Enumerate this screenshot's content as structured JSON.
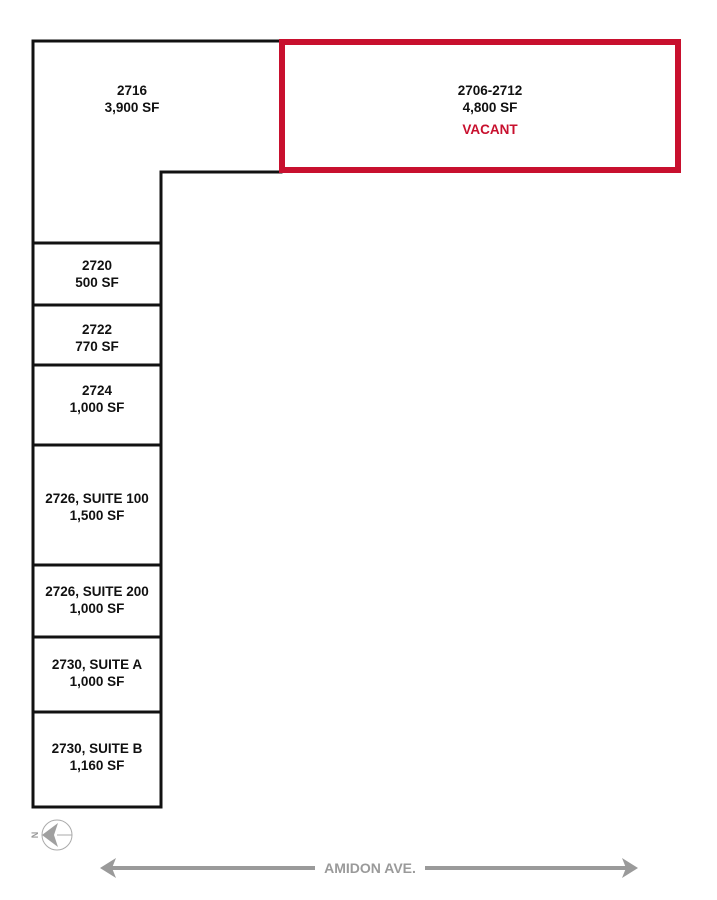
{
  "colors": {
    "vacant": "#c8102e",
    "wall": "#111111",
    "street": "#9a9a9a"
  },
  "vacant_unit": {
    "name": "2706-2712",
    "size": "4,800 SF",
    "status": "VACANT"
  },
  "units": [
    {
      "name": "2716",
      "size": "3,900 SF"
    },
    {
      "name": "2720",
      "size": "500 SF"
    },
    {
      "name": "2722",
      "size": "770 SF"
    },
    {
      "name": "2724",
      "size": "1,000 SF"
    },
    {
      "name": "2726, SUITE 100",
      "size": "1,500 SF"
    },
    {
      "name": "2726, SUITE 200",
      "size": "1,000 SF"
    },
    {
      "name": "2730, SUITE A",
      "size": "1,000 SF"
    },
    {
      "name": "2730, SUITE B",
      "size": "1,160 SF"
    }
  ],
  "compass": {
    "label": "N",
    "icon": "north-arrow-icon"
  },
  "street": {
    "name": "AMIDON AVE.",
    "icon": "double-arrow-icon"
  }
}
